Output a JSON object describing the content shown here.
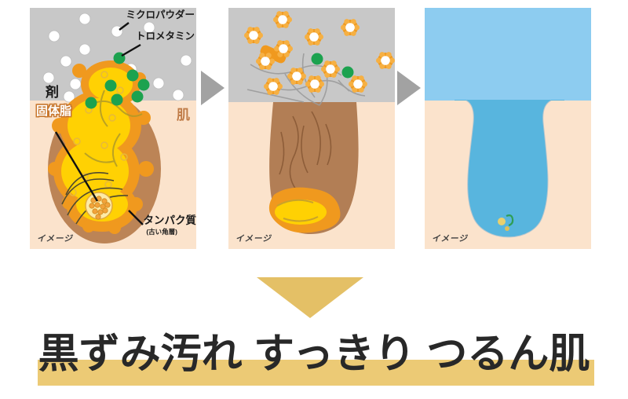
{
  "headline": {
    "text": "黒ずみ汚れ すっきり つるん肌"
  },
  "panels": [
    {
      "id": "before",
      "labels": {
        "micro_powder": "ミクロパウダー",
        "tromethamine": "トロメタミン",
        "agent": "剤",
        "solid_fat": "固体脂",
        "skin": "肌",
        "protein": "タンパク質",
        "protein_note": "(古い角層)",
        "image_note": "イメージ"
      }
    },
    {
      "id": "during",
      "labels": {
        "image_note": "イメージ"
      }
    },
    {
      "id": "after",
      "labels": {
        "image_note": "イメージ"
      }
    }
  ],
  "colors": {
    "agent_gray": "#c8c8c8",
    "skin_peach": "#fbe3cc",
    "pore_brown_before": "#bc8456",
    "pore_brown_during": "#b27e55",
    "sebum_orange": "#f0991e",
    "sebum_yellow": "#ffd103",
    "tromethamine_green": "#1ca24f",
    "water_blue": "#8dccf0",
    "pore_water_blue": "#58b5de",
    "flow_arrow_gray": "#a2a2a2",
    "gold_triangle": "#e4c066",
    "gold_highlight": "#ecca75",
    "headline_text": "#282828"
  }
}
